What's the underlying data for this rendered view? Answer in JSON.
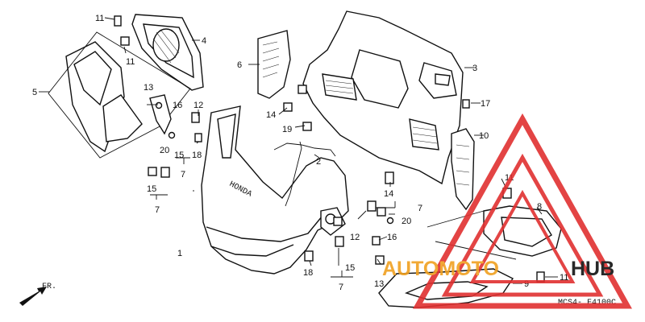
{
  "diagram": {
    "code": "MCS4- F4100C",
    "direction_label": "FR.",
    "brand_on_part": "HONDA",
    "callouts": [
      "1",
      "2",
      "3",
      "4",
      "5",
      "6",
      "7",
      "8",
      "9",
      "10",
      "11",
      "12",
      "13",
      "14",
      "15",
      "16",
      "17",
      "18",
      "19",
      "20"
    ]
  },
  "watermark": {
    "word_a": "AUTOMOTO",
    "word_b": "HUB",
    "color_a": "#f0a020",
    "color_b": "#111111",
    "triangle_color": "#e03030"
  }
}
